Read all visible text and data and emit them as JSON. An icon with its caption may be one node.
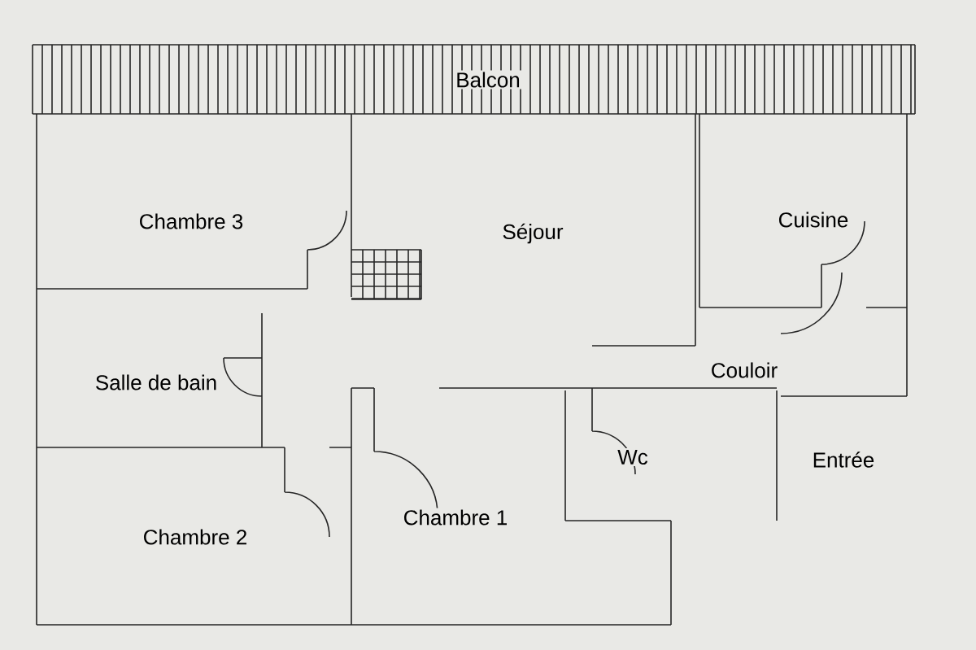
{
  "diagram": {
    "labels": [
      "Balcon",
      "Chambre 3",
      "Séjour",
      "Cuisine",
      "Salle de bain",
      "Couloir",
      "Wc",
      "Entrée",
      "Chambre 1",
      "Chambre 2"
    ]
  }
}
